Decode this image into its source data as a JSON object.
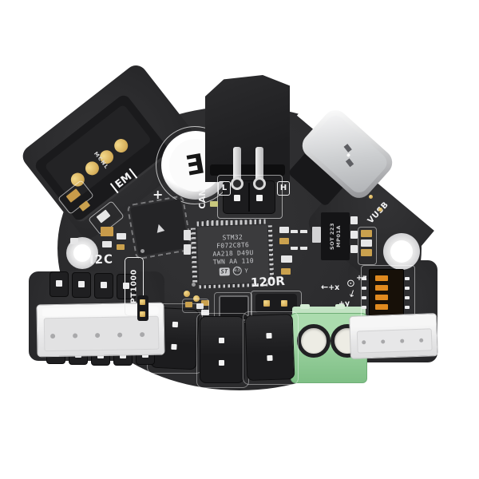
{
  "scene": {
    "description": "Product photo of a round black 3D-printer toolhead PCB on white background",
    "background_color": "#ffffff",
    "board_color": "#2d2d2f"
  },
  "silkscreen": {
    "em": "EM",
    "em_vertical": "MCNL",
    "can": "CAN",
    "can_low": "L",
    "can_high": "H",
    "i2c": "I2C",
    "pt1000": "PT1000",
    "term_120r": "120R",
    "vusb": "VUSB",
    "cap_plus": "+",
    "axis_x": "+x",
    "axis_y": "+y",
    "axis_z": "+z",
    "axis_x_arrow": "←",
    "axis_y_arrow": "↓",
    "axis_z_symbol": "⊙"
  },
  "mcu": {
    "line1": "STM32",
    "line2": "F072C8T6",
    "line3": "AA218 D49U",
    "line4": "TWN AA 110",
    "logo": "ST",
    "cert": "e3",
    "rev": "Y"
  },
  "regulator": {
    "line1": "SOT 223",
    "line2": "MP01A"
  },
  "capacitor": {
    "mark": "E"
  },
  "driver": {
    "logo_glyph": "▲"
  },
  "colors": {
    "gold": "#d9b35f",
    "terminal_green": "#97cf9d",
    "dip_orange": "#e08a1f",
    "usb_silver": "#cfd0d2",
    "connector_white": "#ededee"
  }
}
